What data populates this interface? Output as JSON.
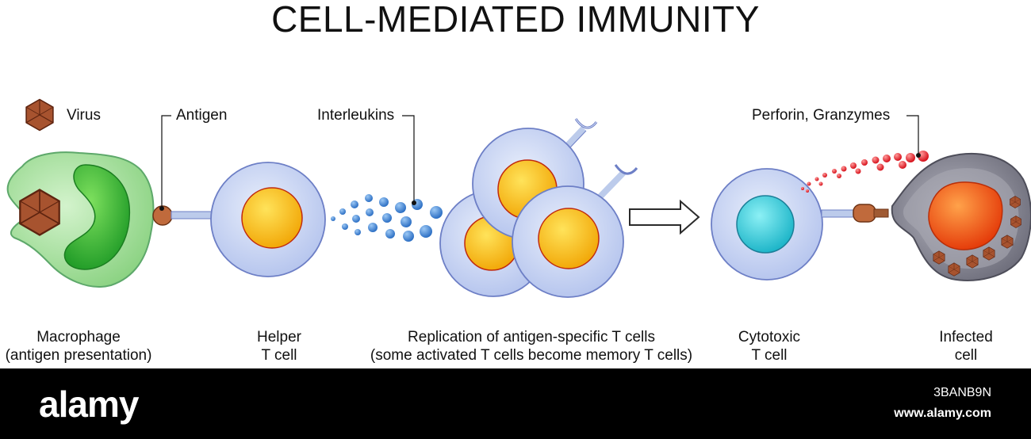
{
  "title": "CELL-MEDIATED IMMUNITY",
  "labels": {
    "virus": "Virus",
    "antigen": "Antigen",
    "interleukins": "Interleukins",
    "perforin": "Perforin, Granzymes"
  },
  "captions": {
    "macrophage": [
      "Macrophage",
      "(antigen presentation)"
    ],
    "helper": [
      "Helper",
      "T cell"
    ],
    "replication": [
      "Replication of antigen-specific T cells",
      "(some activated T cells become memory T cells)"
    ],
    "cytotoxic": [
      "Cytotoxic",
      "T cell"
    ],
    "infected": [
      "Infected",
      "cell"
    ]
  },
  "colors": {
    "cell_membrane": "#c9d6f2",
    "cell_outline": "#6d7fc6",
    "nucleus_yellow": "#f8c313",
    "nucleus_cyan": "#2ec9d6",
    "macrophage_body": "#a8e3a1",
    "macrophage_nucleus": "#3cb83a",
    "virus": "#9b4a2c",
    "interleukin": "#3f84d6",
    "granzyme": "#e0242c",
    "infected_nucleus": "#f45a1a",
    "infected_body": "#8e8e98"
  },
  "watermark": {
    "logo": "alamy",
    "image_id": "3BANB9N",
    "url": "www.alamy.com"
  }
}
